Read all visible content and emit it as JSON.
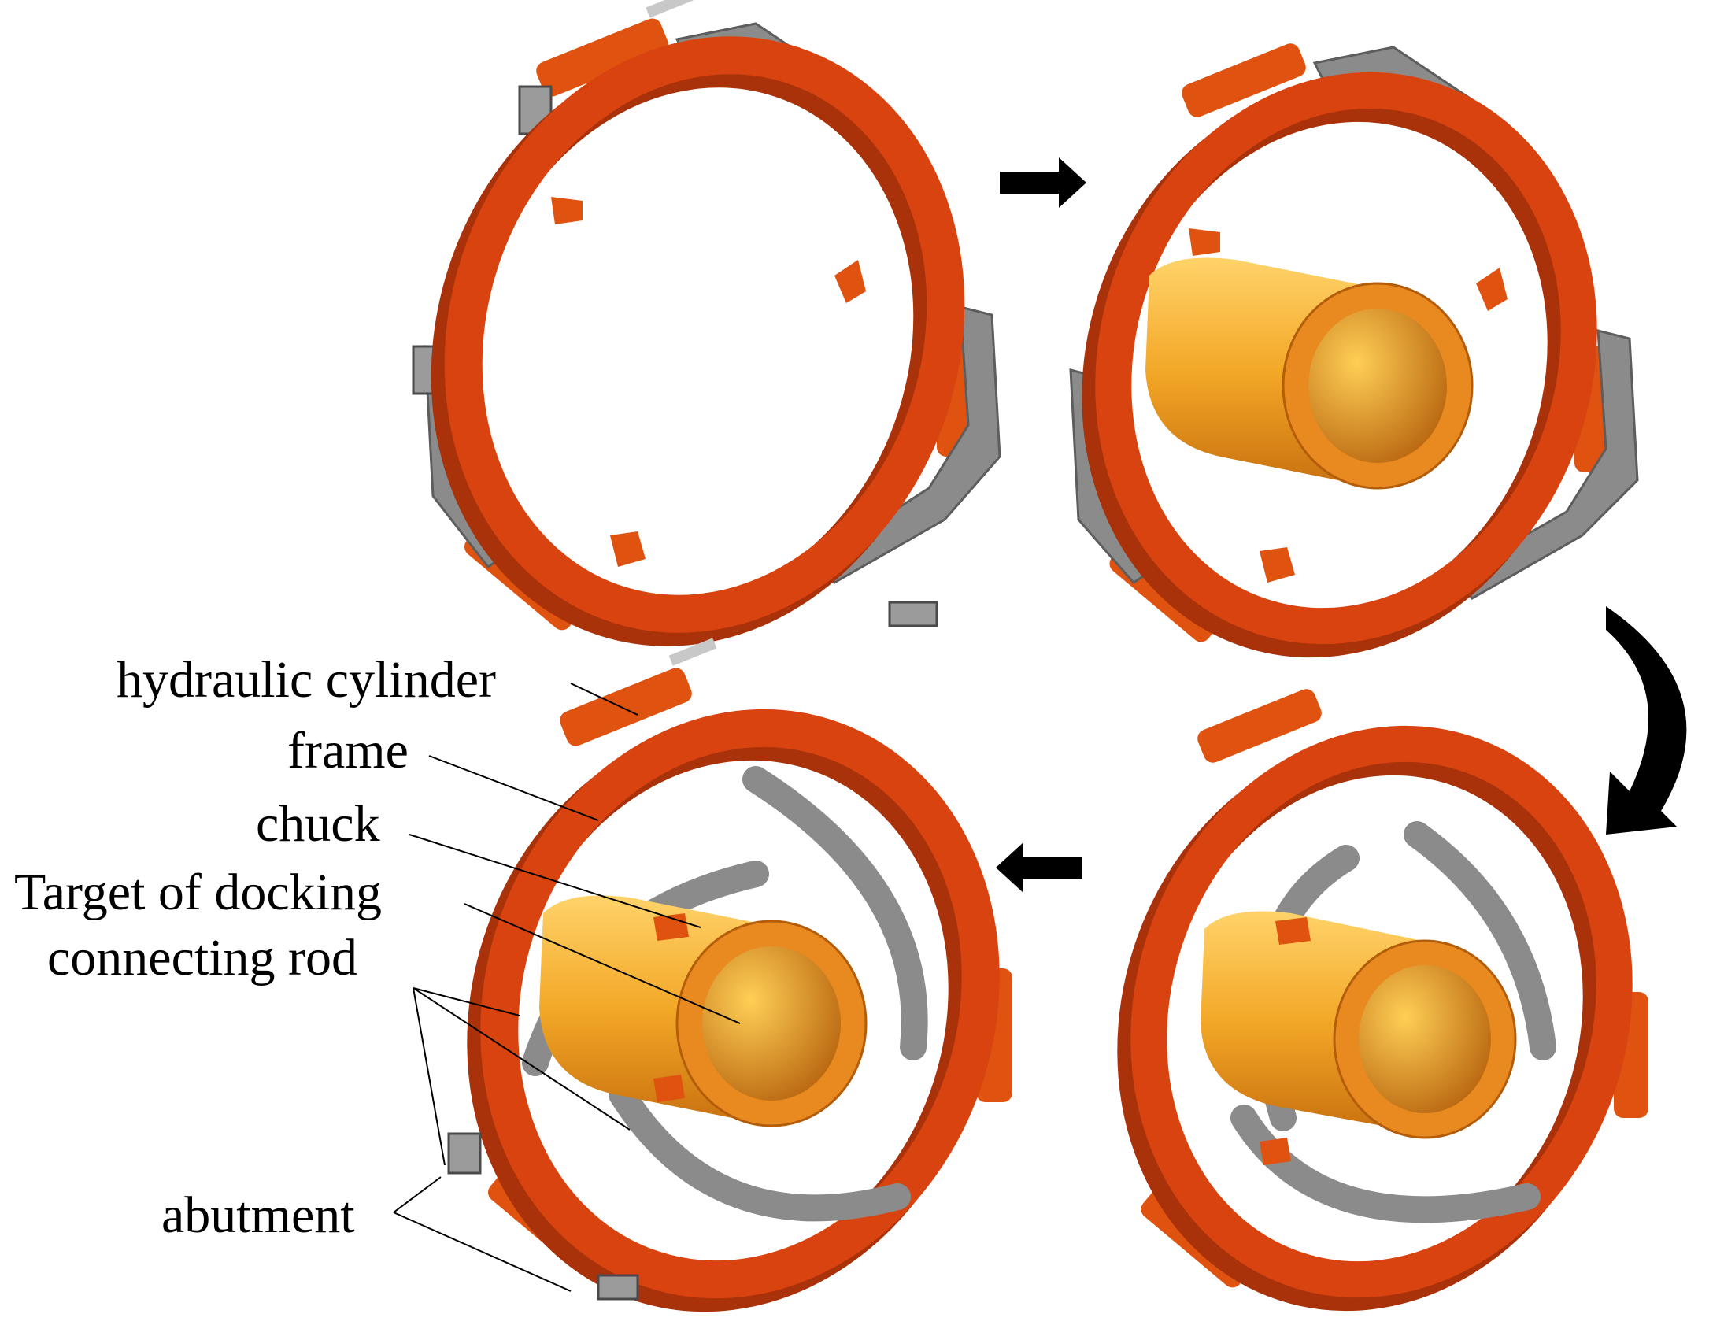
{
  "labels": {
    "hydraulic_cylinder": "hydraulic cylinder",
    "frame": "frame",
    "chuck": "chuck",
    "target_of_docking": "Target of docking",
    "connecting_rod": "connecting rod",
    "abutment": "abutment"
  },
  "panels": [
    {
      "name": "step-1",
      "pipe": false,
      "rods": false
    },
    {
      "name": "step-2",
      "pipe": true,
      "rods": false
    },
    {
      "name": "step-3",
      "pipe": true,
      "rods": true
    },
    {
      "name": "step-4",
      "pipe": true,
      "rods": true
    }
  ],
  "colors": {
    "frame": "#d9430f",
    "frame_dark": "#a9320a",
    "rod": "#8c8b8b",
    "rod_dark": "#5e5d5d",
    "pipe": "#f3a726",
    "pipe_light": "#ffd36a",
    "pipe_dark": "#d97f14",
    "arrow": "#000000"
  }
}
